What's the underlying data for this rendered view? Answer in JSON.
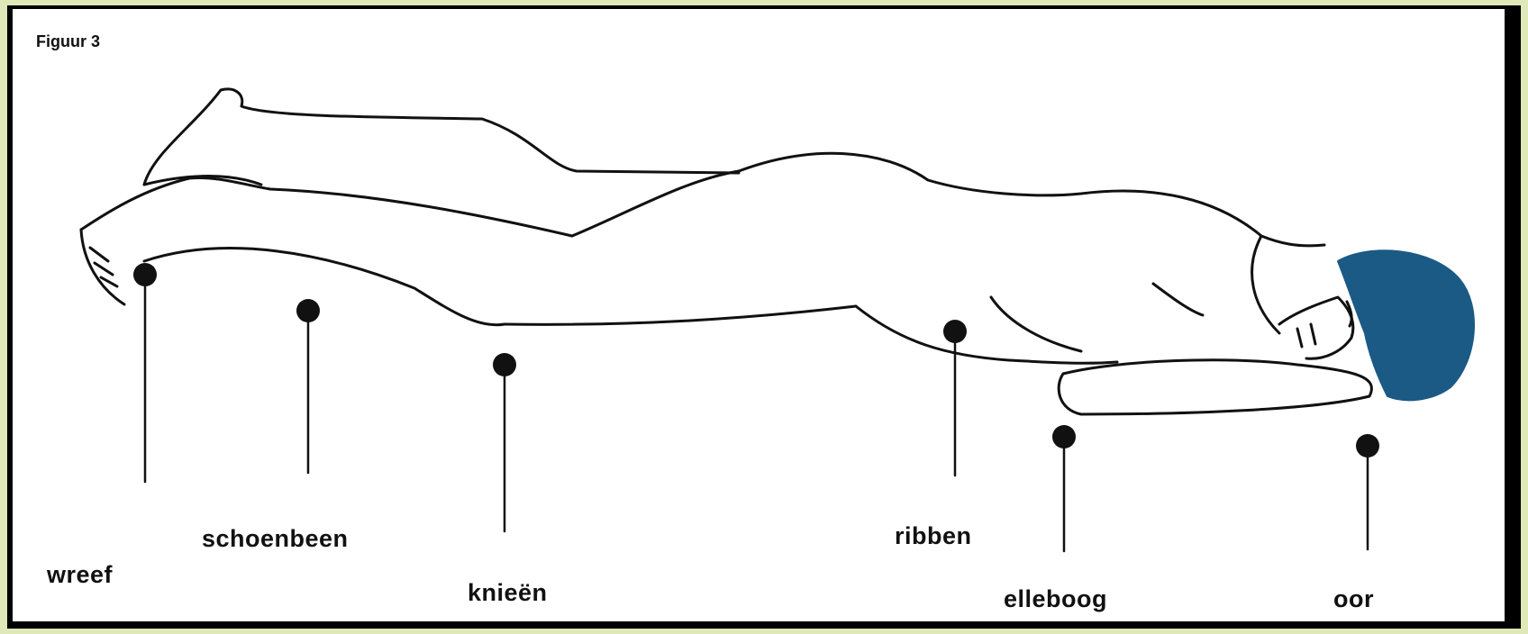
{
  "figure": {
    "title": "Figuur 3",
    "labels": {
      "wreef": "wreef",
      "schoenbeen": "schoenbeen",
      "knieen": "knieën",
      "ribben": "ribben",
      "elleboog": "elleboog",
      "oor": "oor"
    }
  },
  "colors": {
    "outer_border": "#dfe8b8",
    "frame": "#000000",
    "background": "#ffffff",
    "line": "#111111",
    "hair": "#1b5a85"
  },
  "icons": {
    "marker": "filled-circle"
  }
}
